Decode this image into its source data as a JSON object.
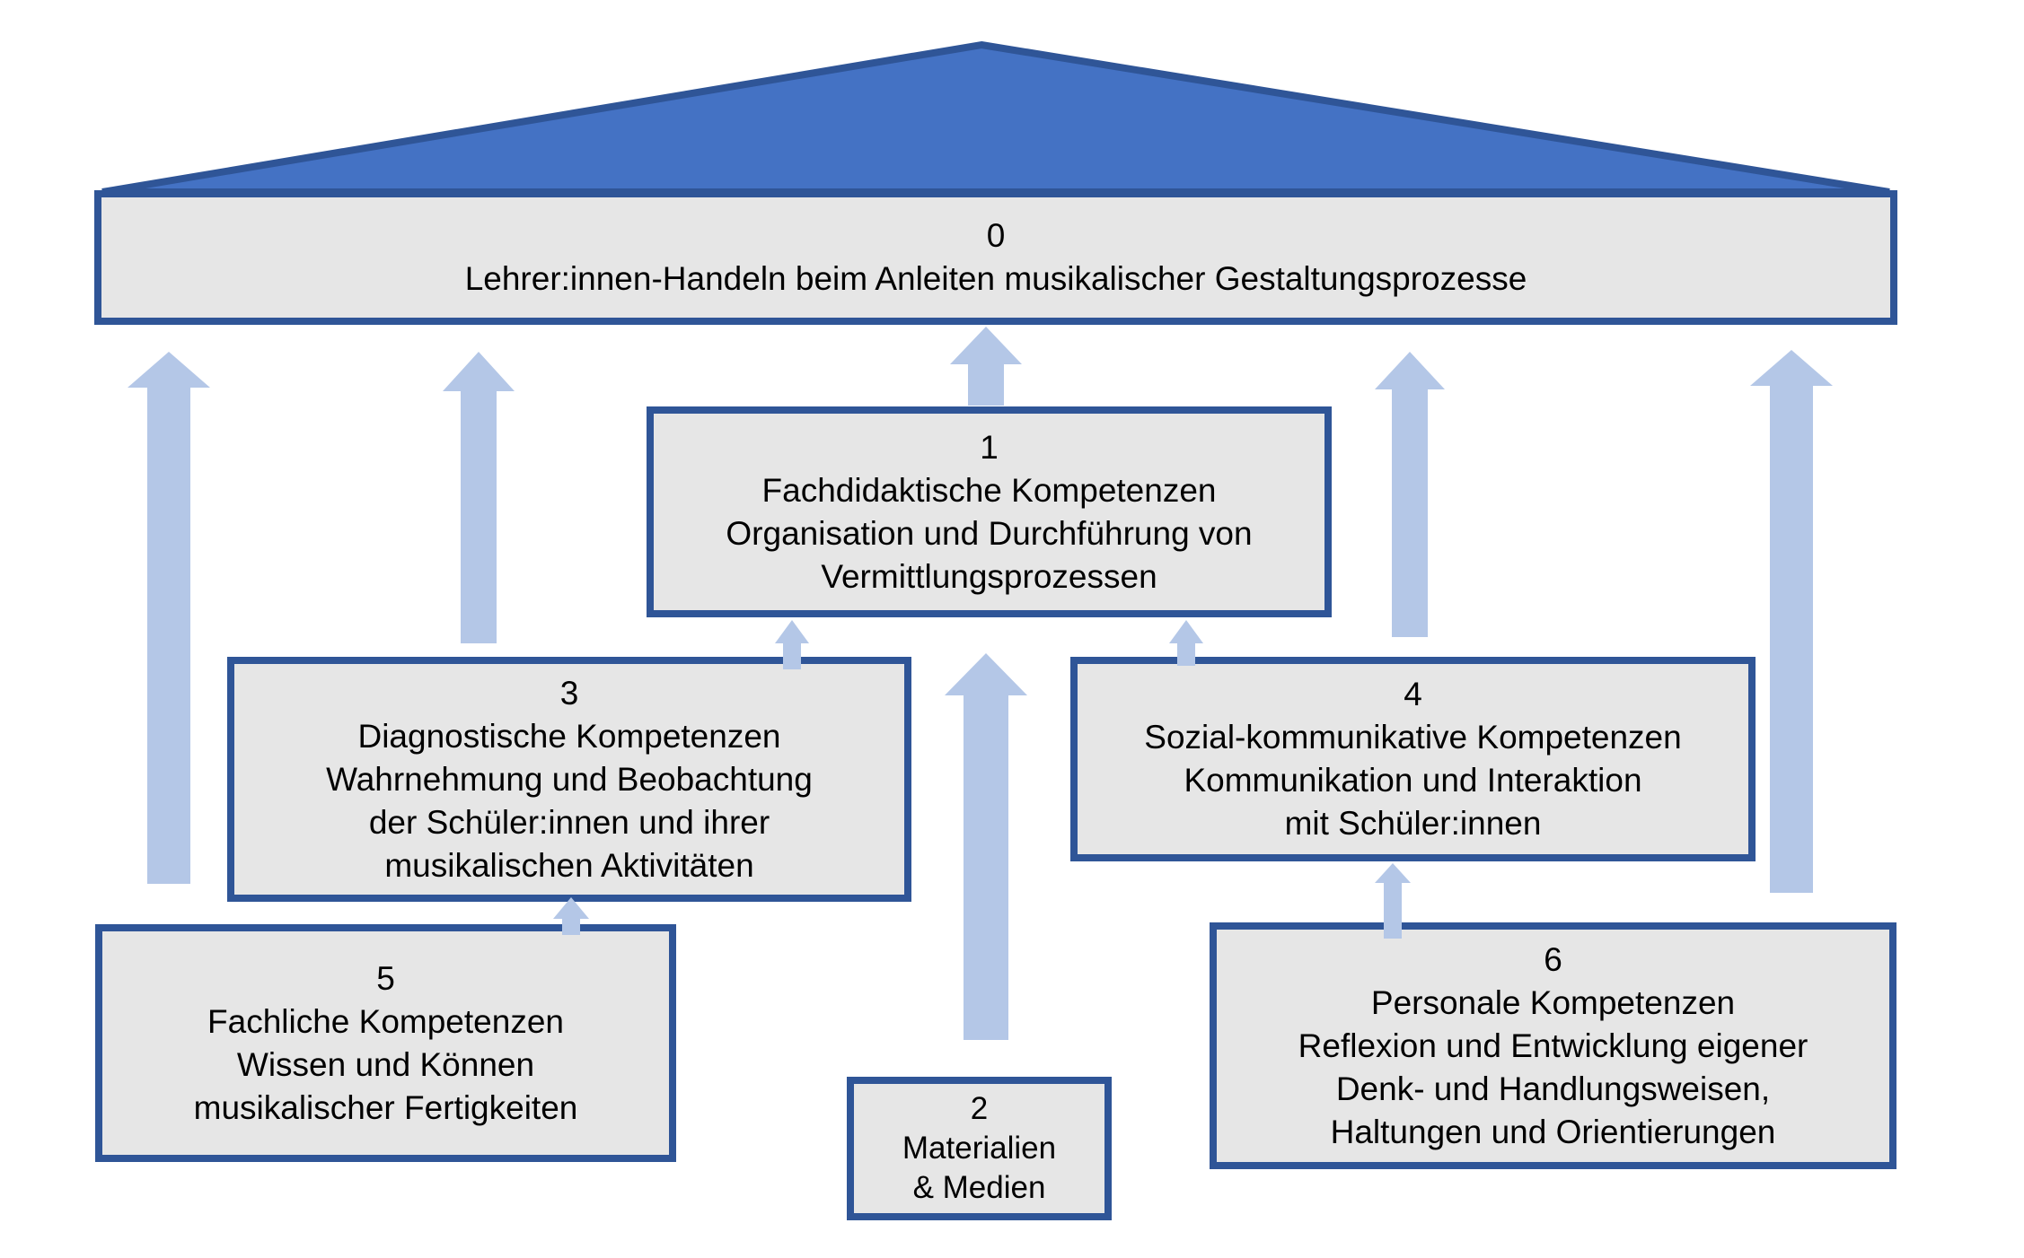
{
  "diagram": {
    "boxes": {
      "b0": {
        "number": "0",
        "lines": [
          "Lehrer:innen-Handeln beim Anleiten musikalischer Gestaltungsprozesse"
        ]
      },
      "b1": {
        "number": "1",
        "lines": [
          "Fachdidaktische Kompetenzen",
          "Organisation und Durchführung von",
          "Vermittlungsprozessen"
        ]
      },
      "b2": {
        "number": "2",
        "lines": [
          "Materialien",
          "& Medien"
        ]
      },
      "b3": {
        "number": "3",
        "lines": [
          "Diagnostische Kompetenzen",
          "Wahrnehmung und Beobachtung",
          "der Schüler:innen und ihrer",
          "musikalischen Aktivitäten"
        ]
      },
      "b4": {
        "number": "4",
        "lines": [
          "Sozial-kommunikative Kompetenzen",
          "Kommunikation und Interaktion",
          "mit Schüler:innen"
        ]
      },
      "b5": {
        "number": "5",
        "lines": [
          "Fachliche Kompetenzen",
          "Wissen und Können",
          "musikalischer Fertigkeiten"
        ]
      },
      "b6": {
        "number": "6",
        "lines": [
          "Personale Kompetenzen",
          "Reflexion und Entwicklung eigener",
          "Denk- und Handlungsweisen,",
          "Haltungen und Orientierungen"
        ]
      }
    },
    "colors": {
      "roof_fill": "#4472c4",
      "outline": "#2f5597",
      "box_fill": "#e6e6e6",
      "arrow": "#b4c7e7",
      "text": "#000000",
      "background": "#ffffff"
    }
  }
}
